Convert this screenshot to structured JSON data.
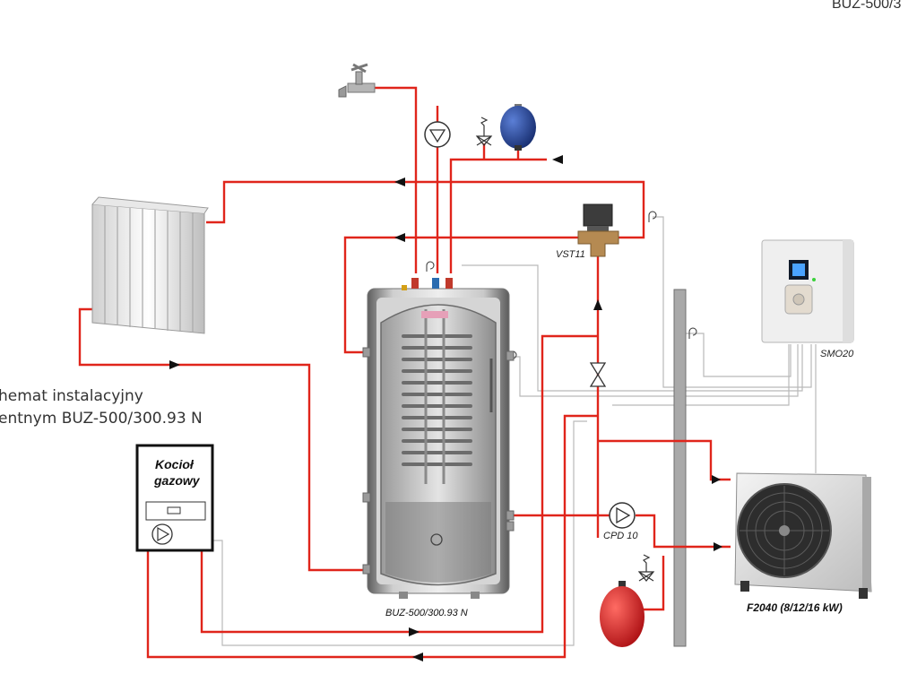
{
  "header_code": "BUZ-500/3",
  "caption": {
    "line1": "hemat instalacyjny",
    "line2": "entnym BUZ-500/300.93 N"
  },
  "labels": {
    "vst11": "VST11",
    "smo20": "SMO20",
    "tank": "BUZ-500/300.93 N",
    "pump": "CPD 10",
    "heat_pump": "F2040 (8/12/16 kW)",
    "boiler_line1": "Kocioł",
    "boiler_line2": "gazowy"
  },
  "colors": {
    "hot_pipe": "#e0251b",
    "signal_wire": "#b9b9b9",
    "tank_shell": "#8a8a8a",
    "expansion_blue": "#1f3f95",
    "expansion_red": "#d8161b"
  }
}
